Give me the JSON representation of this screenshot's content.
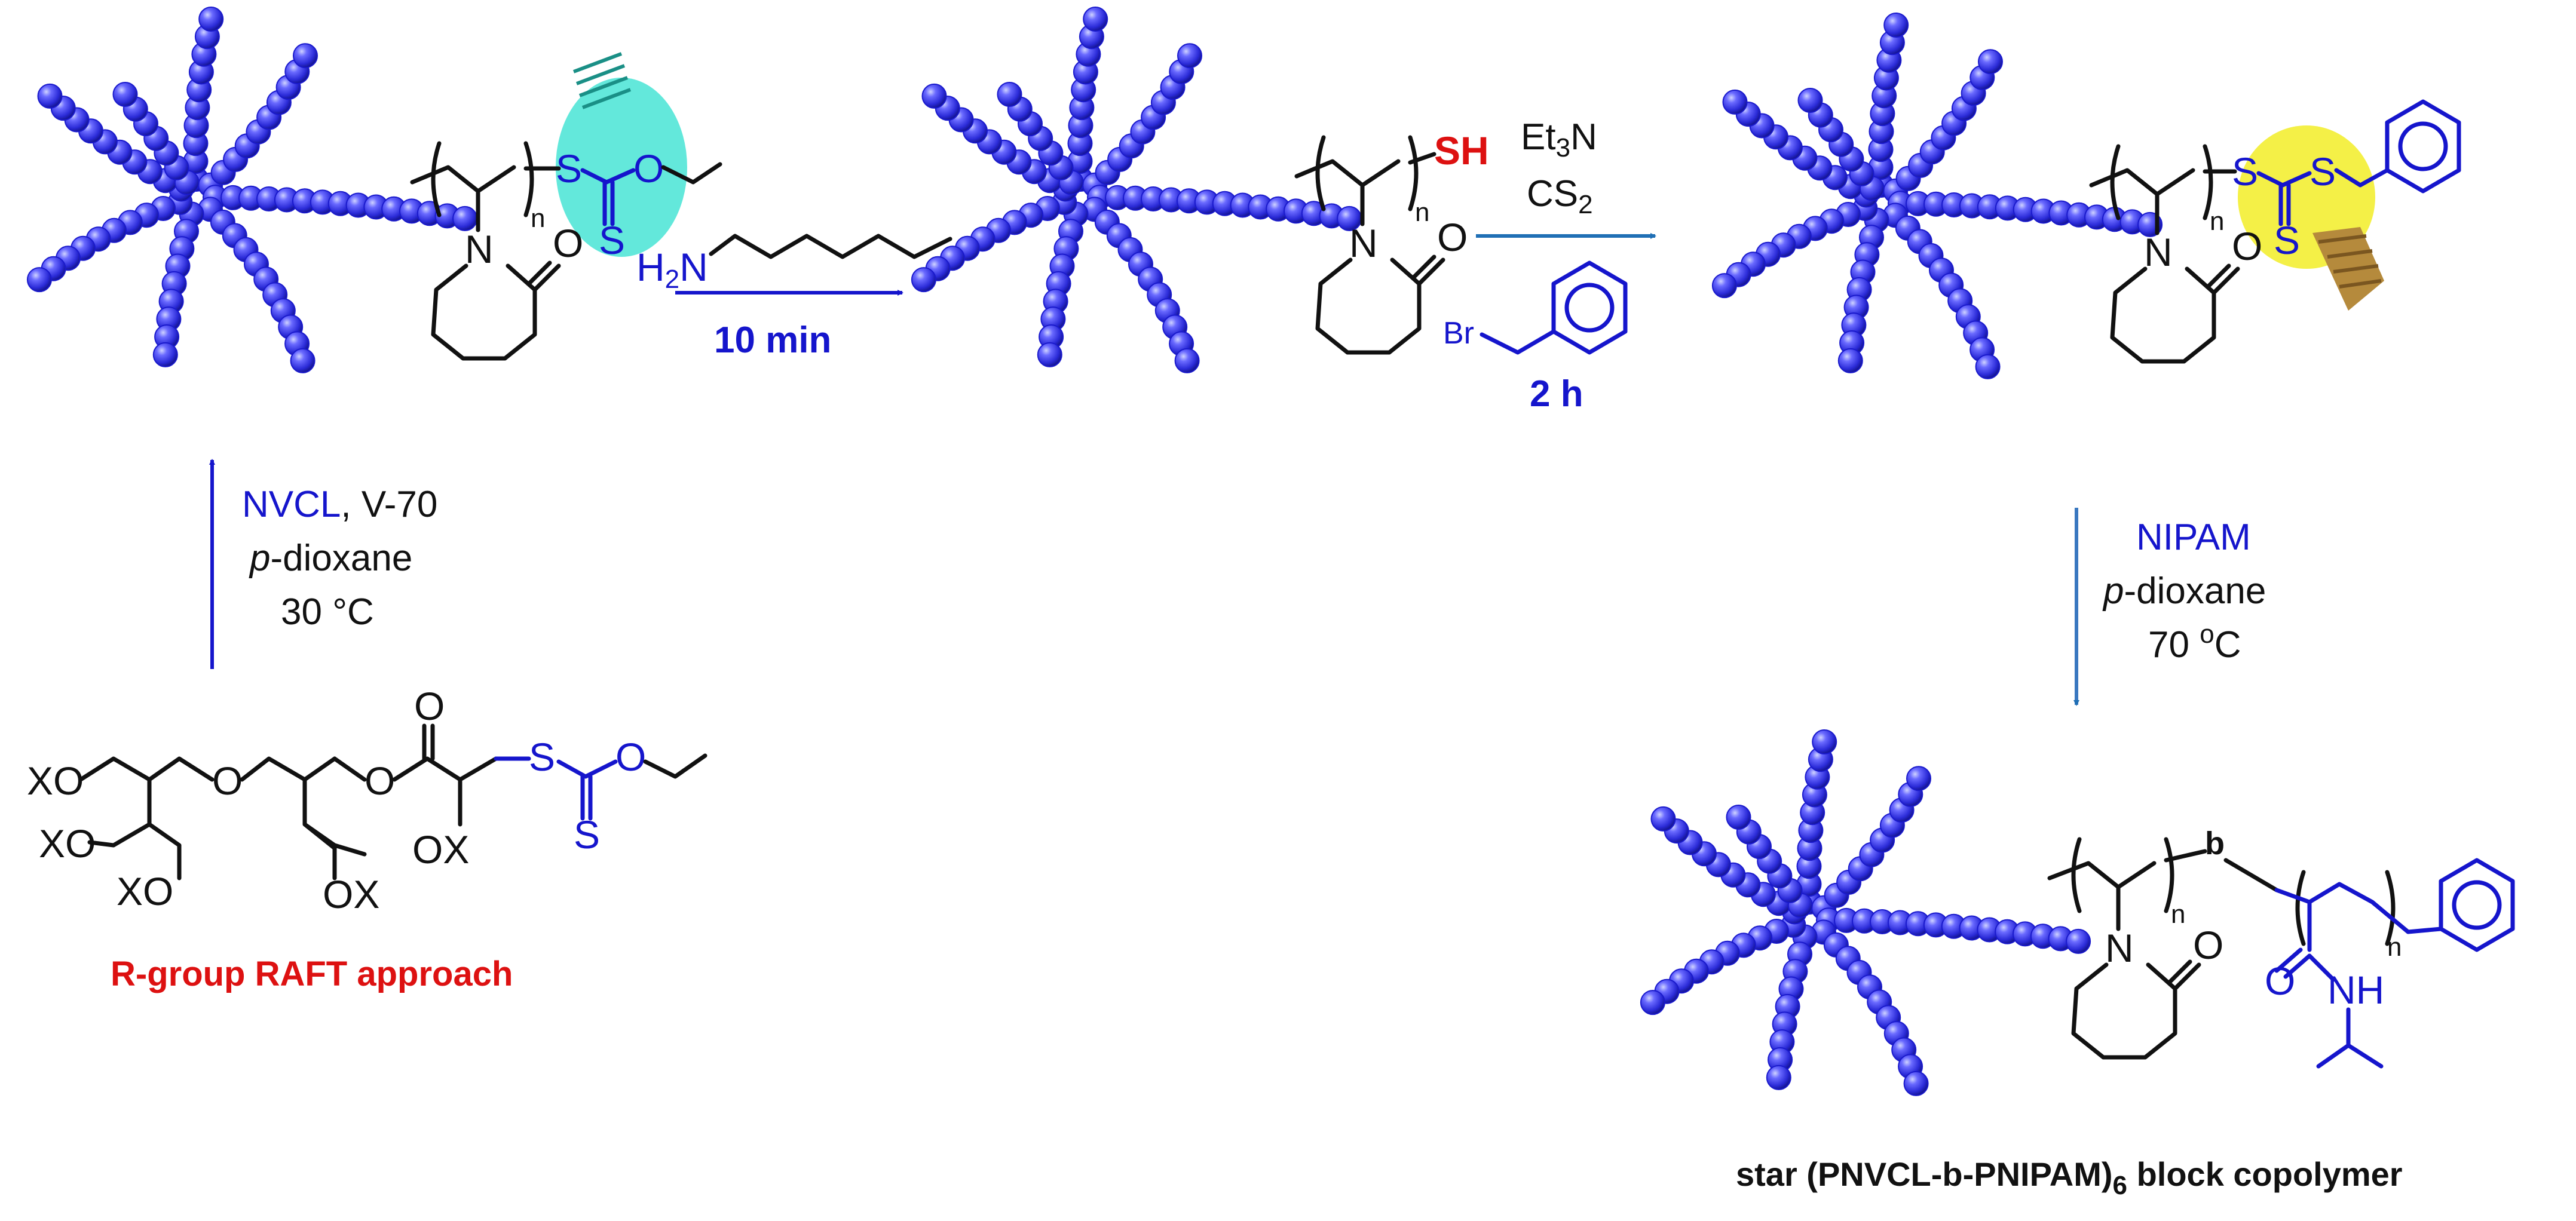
{
  "colors": {
    "bead": "#3f3fe6",
    "bead_dark": "#1a1acc",
    "chem_blue": "#1515cc",
    "red": "#dd1111",
    "cyan_halo": "#2fe0cf",
    "yellow_halo": "#f3ee33",
    "arrow_blue": "#1f6fb5"
  },
  "stage1": {
    "atom_S_top": "S",
    "atom_S_bot": "S",
    "atom_O": "O",
    "atom_N": "N",
    "atom_O_ring": "O",
    "n": "n"
  },
  "stage2": {
    "thiol": "SH",
    "atom_N": "N",
    "atom_O_ring": "O",
    "n": "n"
  },
  "stage3": {
    "atom_S1": "S",
    "atom_S2": "S",
    "atom_S3": "S",
    "atom_N": "N",
    "atom_O_ring": "O",
    "n": "n"
  },
  "stage4": {
    "atom_N": "N",
    "atom_O_ring": "O",
    "atom_O_amide": "O",
    "atom_NH": "NH",
    "n1": "n",
    "n2": "n",
    "block_b": "b",
    "caption": "star (PNVCL-b-PNIPAM)",
    "caption_sub": "6",
    "caption_tail": " block copolymer"
  },
  "initiator": {
    "XO1": "XO",
    "XO2": "XO",
    "XO3": "XO",
    "OX1": "OX",
    "OX2": "OX",
    "O_ether": "O",
    "O_ester": "O",
    "O_carbonyl": "O",
    "S_link": "S",
    "S_thione": "S",
    "O_xanth": "O",
    "caption": "R-group RAFT approach"
  },
  "reaction1": {
    "reagent_amine_H": "H",
    "reagent_amine_2": "2",
    "reagent_amine_N": "N",
    "time": "10 min"
  },
  "reaction2": {
    "line1_Et": "Et",
    "line1_3": "3",
    "line1_N": "N",
    "line2_CS": "CS",
    "line2_2": "2",
    "bromide_Br": "Br",
    "time": "2 h"
  },
  "reaction_up": {
    "monomer": "NVCL",
    "initiator": ", V-70",
    "solvent_p": "p",
    "solvent_rest": "-dioxane",
    "temp": "30 °C"
  },
  "reaction_down": {
    "monomer": "NIPAM",
    "solvent_p": "p",
    "solvent_rest": "-dioxane",
    "temp_val": "70 ",
    "temp_o": "o",
    "temp_C": "C"
  }
}
